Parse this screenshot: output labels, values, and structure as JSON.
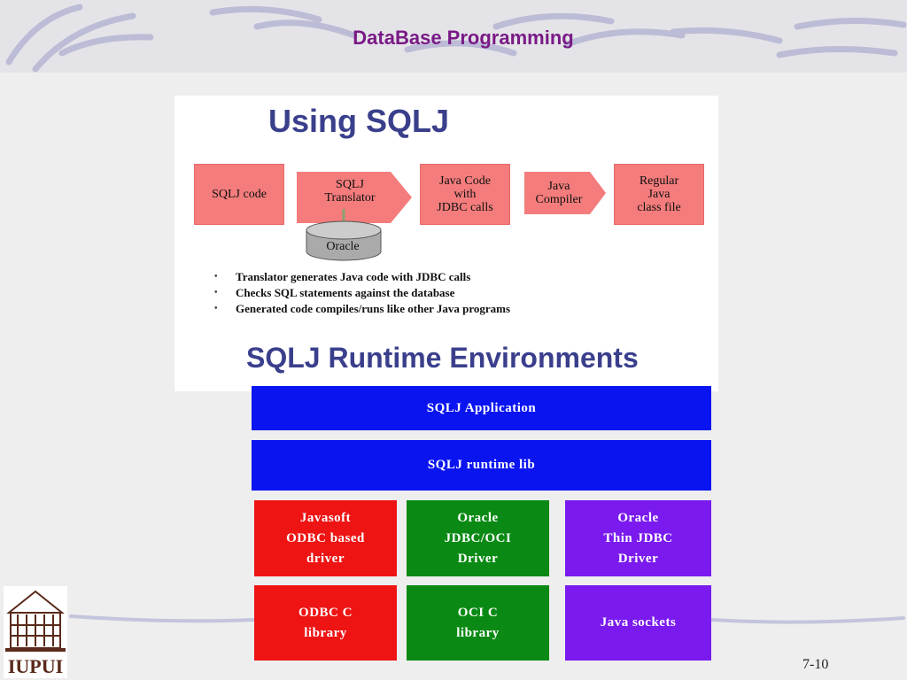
{
  "header": {
    "title": "DataBase Programming"
  },
  "slide": {
    "title": "Using SQLJ",
    "flow": {
      "sqlj_code": "SQLJ code",
      "translator": "SQLJ\nTranslator",
      "java_code": "Java Code\nwith\nJDBC calls",
      "compiler": "Java\nCompiler",
      "class_file": "Regular\nJava\nclass file",
      "database": "Oracle"
    },
    "bullets": [
      "Translator generates Java code with JDBC calls",
      "Checks SQL statements against the database",
      "Generated code compiles/runs like other Java programs"
    ],
    "runtime_title": "SQLJ Runtime Environments",
    "layers": {
      "application": "SQLJ Application",
      "runtime_lib": "SQLJ runtime lib",
      "javasoft_driver": "Javasoft\nODBC based\ndriver",
      "oracle_oci_driver": "Oracle\nJDBC/OCI\nDriver",
      "oracle_thin_driver": "Oracle\nThin JDBC\nDriver",
      "odbc_lib": "ODBC C\nlibrary",
      "oci_lib": "OCI C\nlibrary",
      "java_sockets": "Java sockets"
    },
    "colors": {
      "blue": "#0a14f0",
      "red": "#ee1414",
      "green": "#0a8a14",
      "purple": "#7a1aee",
      "salmon": "#f47c7c",
      "title": "#3a3f8c",
      "header": "#7a1a86"
    }
  },
  "footer": {
    "logo_text": "IUPUI",
    "page_number": "7-10"
  }
}
